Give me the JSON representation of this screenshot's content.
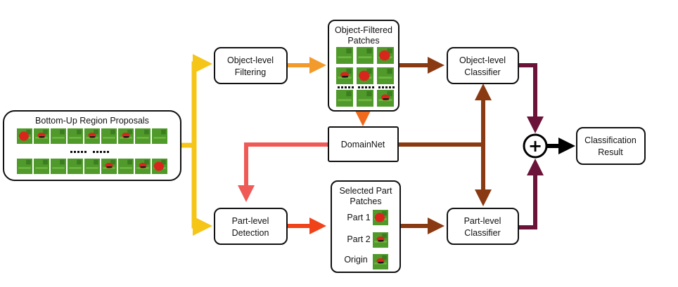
{
  "diagram": {
    "proposals_title": "Bottom-Up Region Proposals",
    "object_filtering": [
      "Object-level",
      "Filtering"
    ],
    "object_patches_title": [
      "Object-Filtered",
      "Patches"
    ],
    "domainnet": "DomainNet",
    "part_detection": [
      "Part-level",
      "Detection"
    ],
    "part_patches_title": [
      "Selected Part",
      "Patches"
    ],
    "part_patch_labels": [
      "Part 1",
      "Part 2",
      "Origin"
    ],
    "object_classifier": [
      "Object-level",
      "Classifier"
    ],
    "part_classifier": [
      "Part-level",
      "Classifier"
    ],
    "combine_symbol": "+",
    "result": [
      "Classification",
      "Result"
    ]
  },
  "colors": {
    "yellow": "#f5c518",
    "orange": "#f39a2c",
    "orange_red": "#ef6a1d",
    "red_orange": "#f0431a",
    "salmon": "#ef5a56",
    "brown": "#8a3a12",
    "maroon": "#6b1338",
    "black": "#000000",
    "thumb_green": "#4f9a2a",
    "thumb_red": "#d9261c"
  }
}
